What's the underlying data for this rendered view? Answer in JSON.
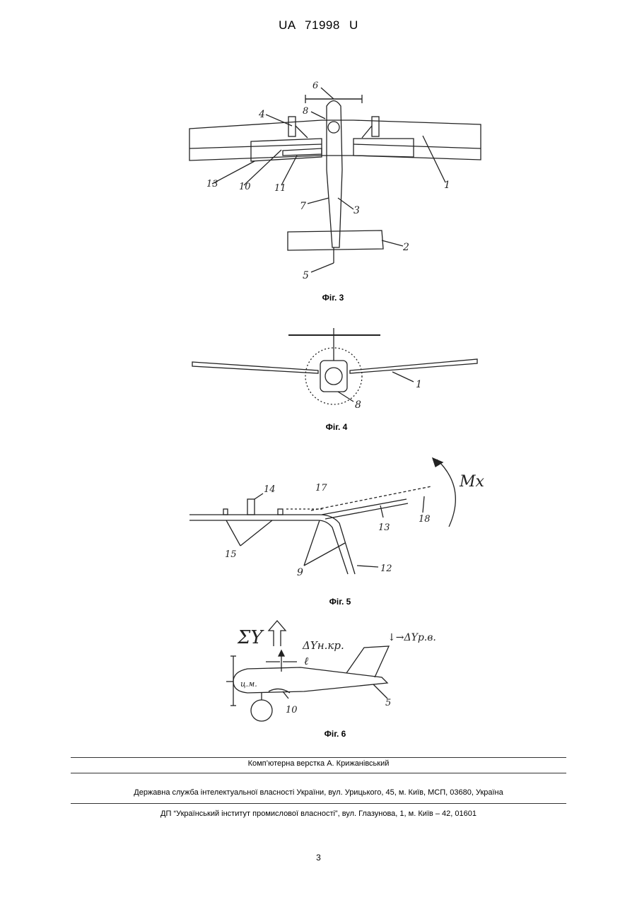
{
  "header": {
    "text": "UA   71998   U"
  },
  "figures": [
    {
      "caption": "Фіг. 3",
      "labels": {
        "l6": "6",
        "l8": "8",
        "l4": "4",
        "l13": "13",
        "l10": "10",
        "l11": "11",
        "l1": "1",
        "l7": "7",
        "l3": "3",
        "l2": "2",
        "l5": "5"
      }
    },
    {
      "caption": "Фіг. 4",
      "labels": {
        "l1": "1",
        "l8": "8"
      }
    },
    {
      "caption": "Фіг. 5",
      "labels": {
        "l14": "14",
        "l17": "17",
        "lMx": "Mx",
        "l18": "18",
        "l13": "13",
        "l15": "15",
        "l9": "9",
        "l12": "12"
      }
    },
    {
      "caption": "Фіг. 6",
      "labels": {
        "lSumY": "ΣY",
        "lDeltaYnkr": "ΔYн.кр.",
        "lDeltaYrv": "↓→ΔYр.в.",
        "lL": "ℓ",
        "lCm": "ц.м.",
        "l10": "10",
        "l5": "5"
      }
    }
  ],
  "footer": {
    "layout": "Комп’ютерна верстка А. Крижанівський",
    "agency": "Державна служба інтелектуальної власності України, вул. Урицького, 45, м. Київ, МСП, 03680, Україна",
    "institute": "ДП “Український інститут промислової власності”, вул. Глазунова, 1, м. Київ – 42, 01601"
  },
  "page_number": "3"
}
